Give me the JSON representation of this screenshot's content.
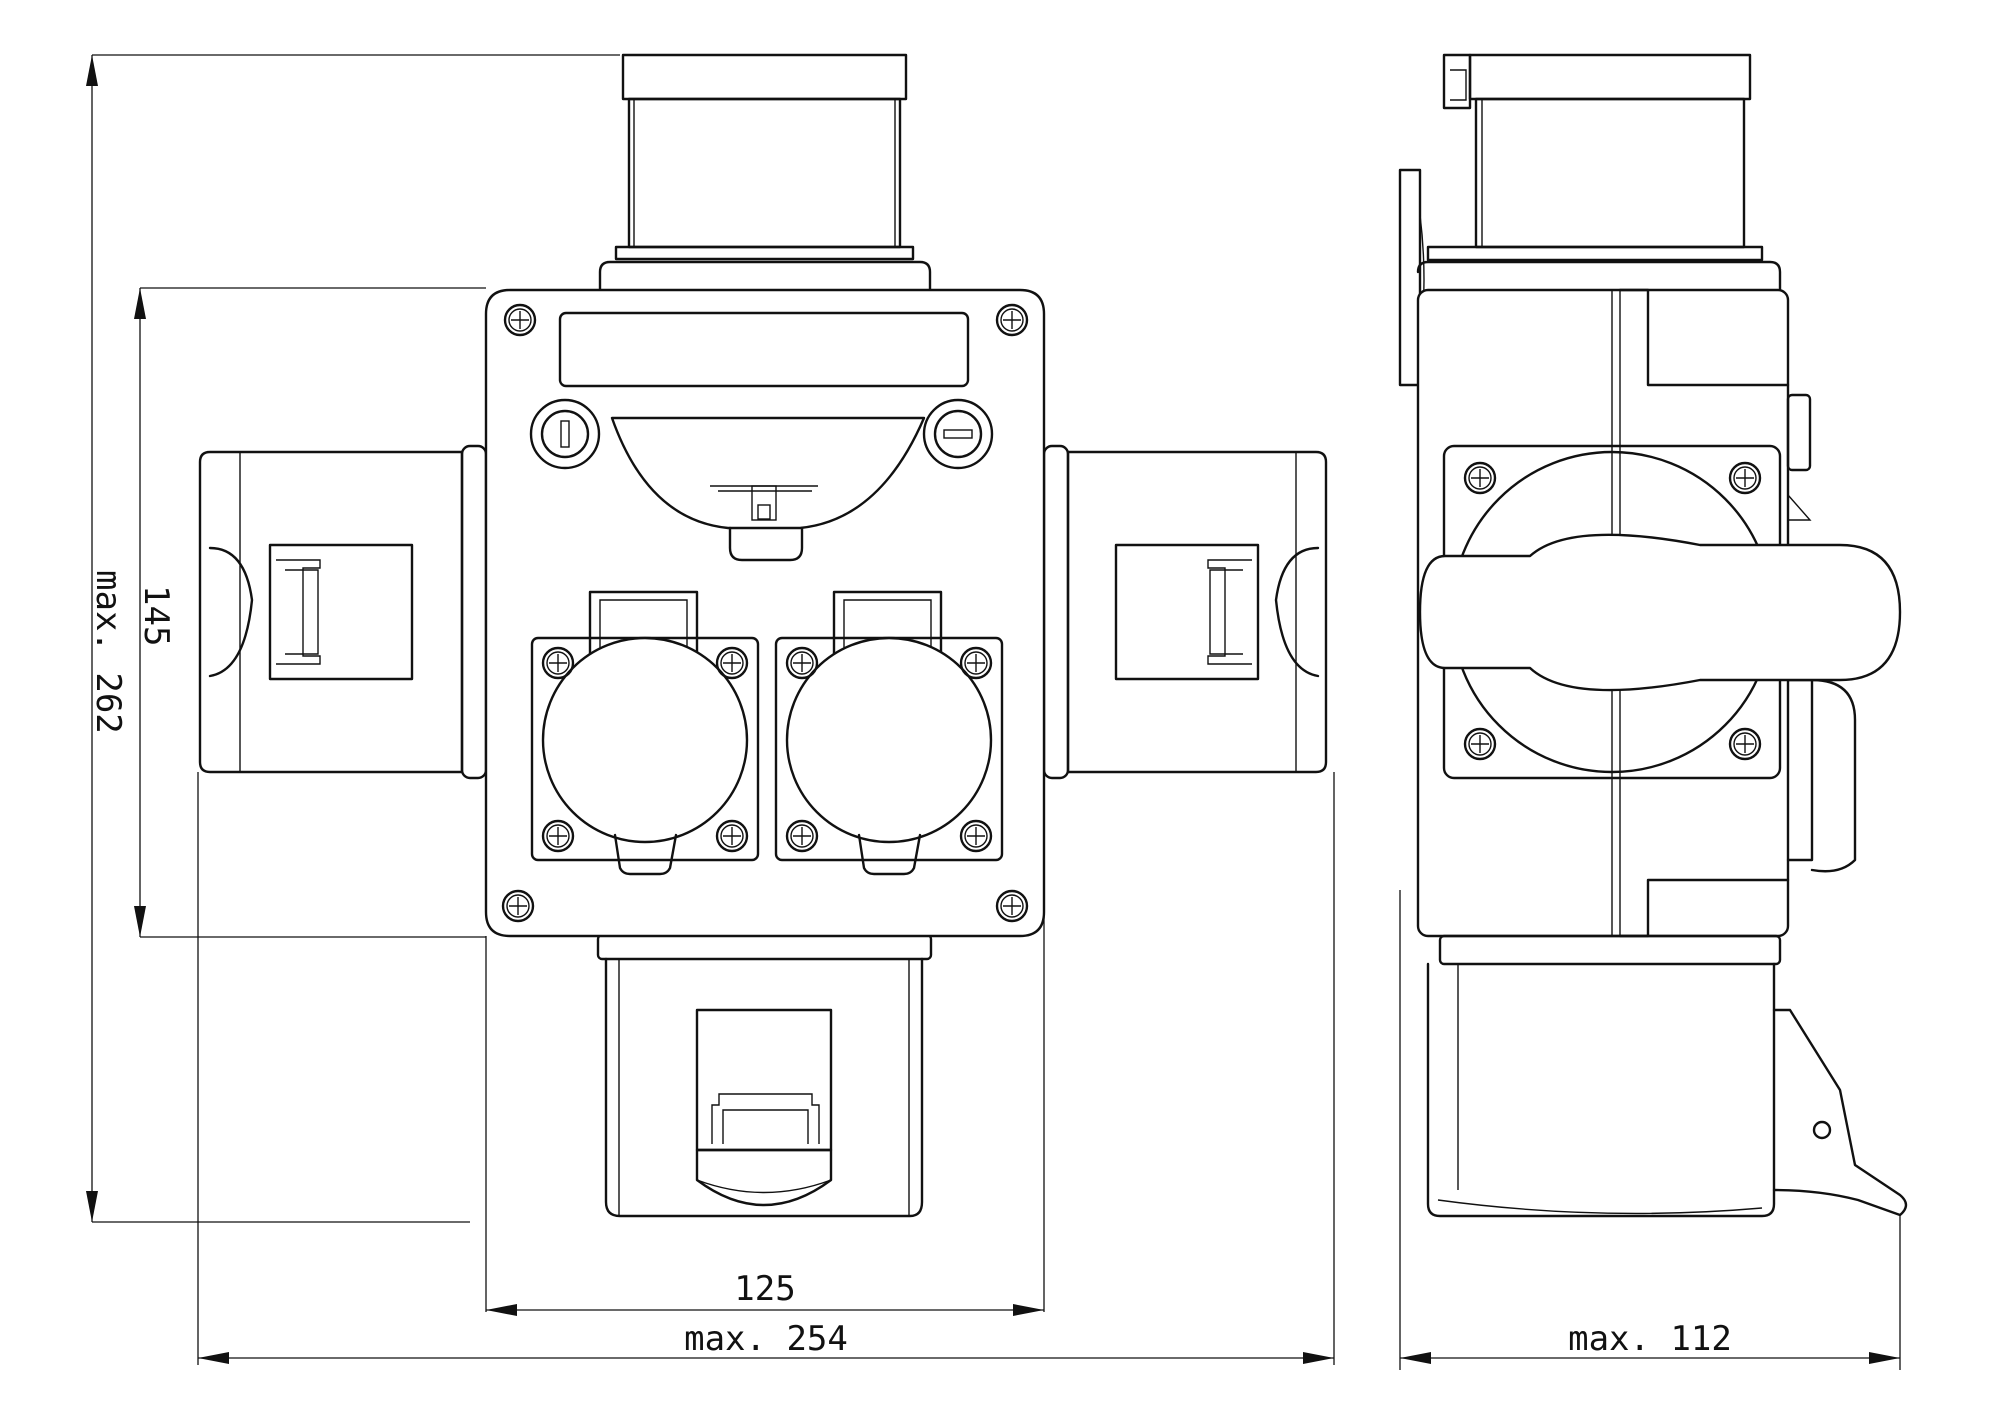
{
  "dimensions": {
    "overall_height": "max. 262",
    "body_height": "145",
    "body_width": "125",
    "overall_width": "max. 254",
    "side_depth": "max. 112"
  },
  "colors": {
    "line": "#111111",
    "background": "#ffffff"
  },
  "icons": [
    "screw-icon",
    "on-switch-icon",
    "off-switch-icon",
    "socket-outlet-icon",
    "cee-socket-icon"
  ]
}
